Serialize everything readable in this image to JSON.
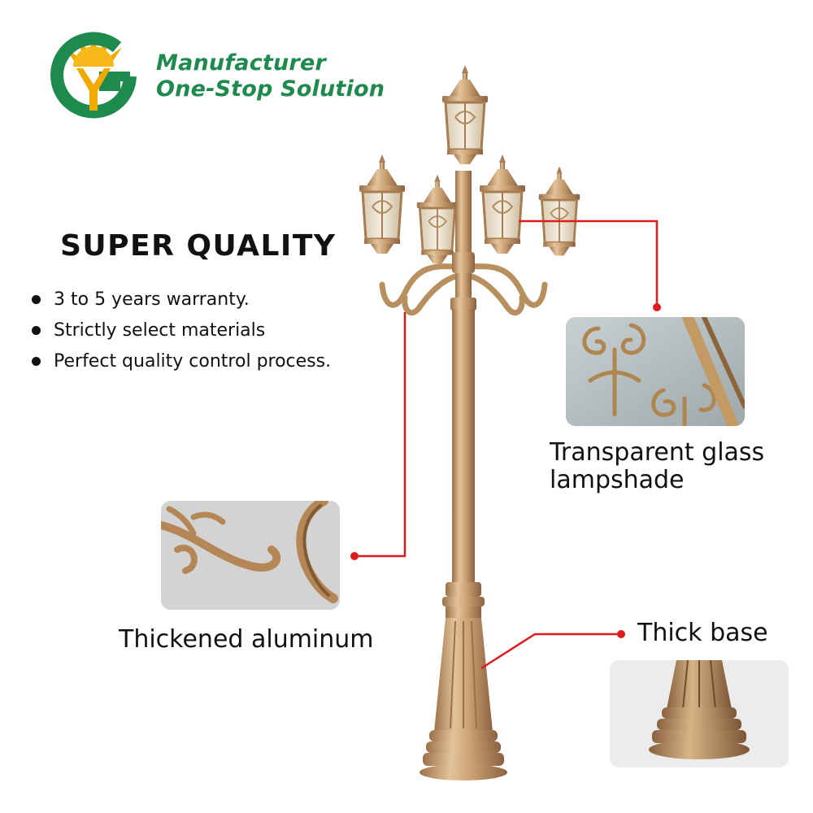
{
  "brand": {
    "line1": "Manufacturer",
    "line2": "One-Stop Solution",
    "green": "#1e8a4e",
    "gold": "#f2a900"
  },
  "quality": {
    "heading": "SUPER QUALITY",
    "bullets": [
      "3 to 5 years warranty.",
      "Strictly select materials",
      "Perfect quality control process."
    ]
  },
  "callouts": {
    "glass": "Transparent glass lampshade",
    "aluminum": "Thickened aluminum",
    "base": "Thick base",
    "line_color": "#e01b1b"
  },
  "product": {
    "finish_color": "#c9a072",
    "lantern_count": 5
  }
}
